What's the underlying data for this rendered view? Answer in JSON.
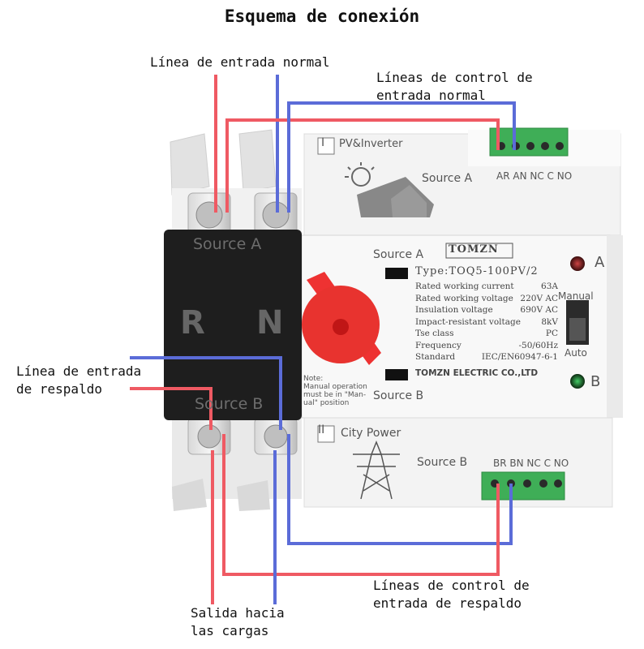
{
  "title": "Esquema de conexión",
  "labels": {
    "normal_input": "Línea de entrada normal",
    "normal_control": [
      "Líneas de control de",
      "entrada normal"
    ],
    "backup_input": [
      "Línea de entrada",
      "de respaldo"
    ],
    "backup_control": [
      "Líneas de control de",
      "entrada de respaldo"
    ],
    "load_output": [
      "Salida hacia",
      "las cargas"
    ]
  },
  "device": {
    "brand": "TOMZN",
    "source_a_left": "Source A",
    "source_b_left": "Source B",
    "phase_r": "R",
    "phase_n": "N",
    "panel_source_a": "Source A",
    "panel_source_b": "Source B",
    "upper_module_roman": "I",
    "upper_module_name": "PV&Inverter",
    "upper_source": "Source A",
    "upper_terminals": "AR AN NC C NO",
    "lower_module_roman": "II",
    "lower_module_name": "City Power",
    "lower_source": "Source B",
    "lower_terminals": "BR BN NC C NO",
    "indicator_a": "A",
    "indicator_b": "B",
    "mode_manual": "Manual",
    "mode_auto": "Auto",
    "note": [
      "Note:",
      "Manual operation",
      "must be in \"Man-",
      "ual\" position"
    ],
    "type": "Type:TOQ5-100PV/2",
    "specs": [
      {
        "name": "Rated working current",
        "value": "63A"
      },
      {
        "name": "Rated working voltage",
        "value": "220V AC"
      },
      {
        "name": "Insulation voltage",
        "value": "690V AC"
      },
      {
        "name": "Impact-resistant voltage",
        "value": "8kV"
      },
      {
        "name": "Tse class",
        "value": "PC"
      },
      {
        "name": "Frequency",
        "value": "-50/60Hz"
      },
      {
        "name": "Standard",
        "value": "IEC/EN60947-6-1"
      }
    ],
    "manufacturer": "TOMZN ELECTRIC CO.,LTD"
  },
  "colors": {
    "live_wire": "#ef5a63",
    "neutral_wire": "#5b6cd8",
    "black_block": "#1e1e1e",
    "handle": "#ee3232",
    "terminal_green": "#3fae57"
  }
}
